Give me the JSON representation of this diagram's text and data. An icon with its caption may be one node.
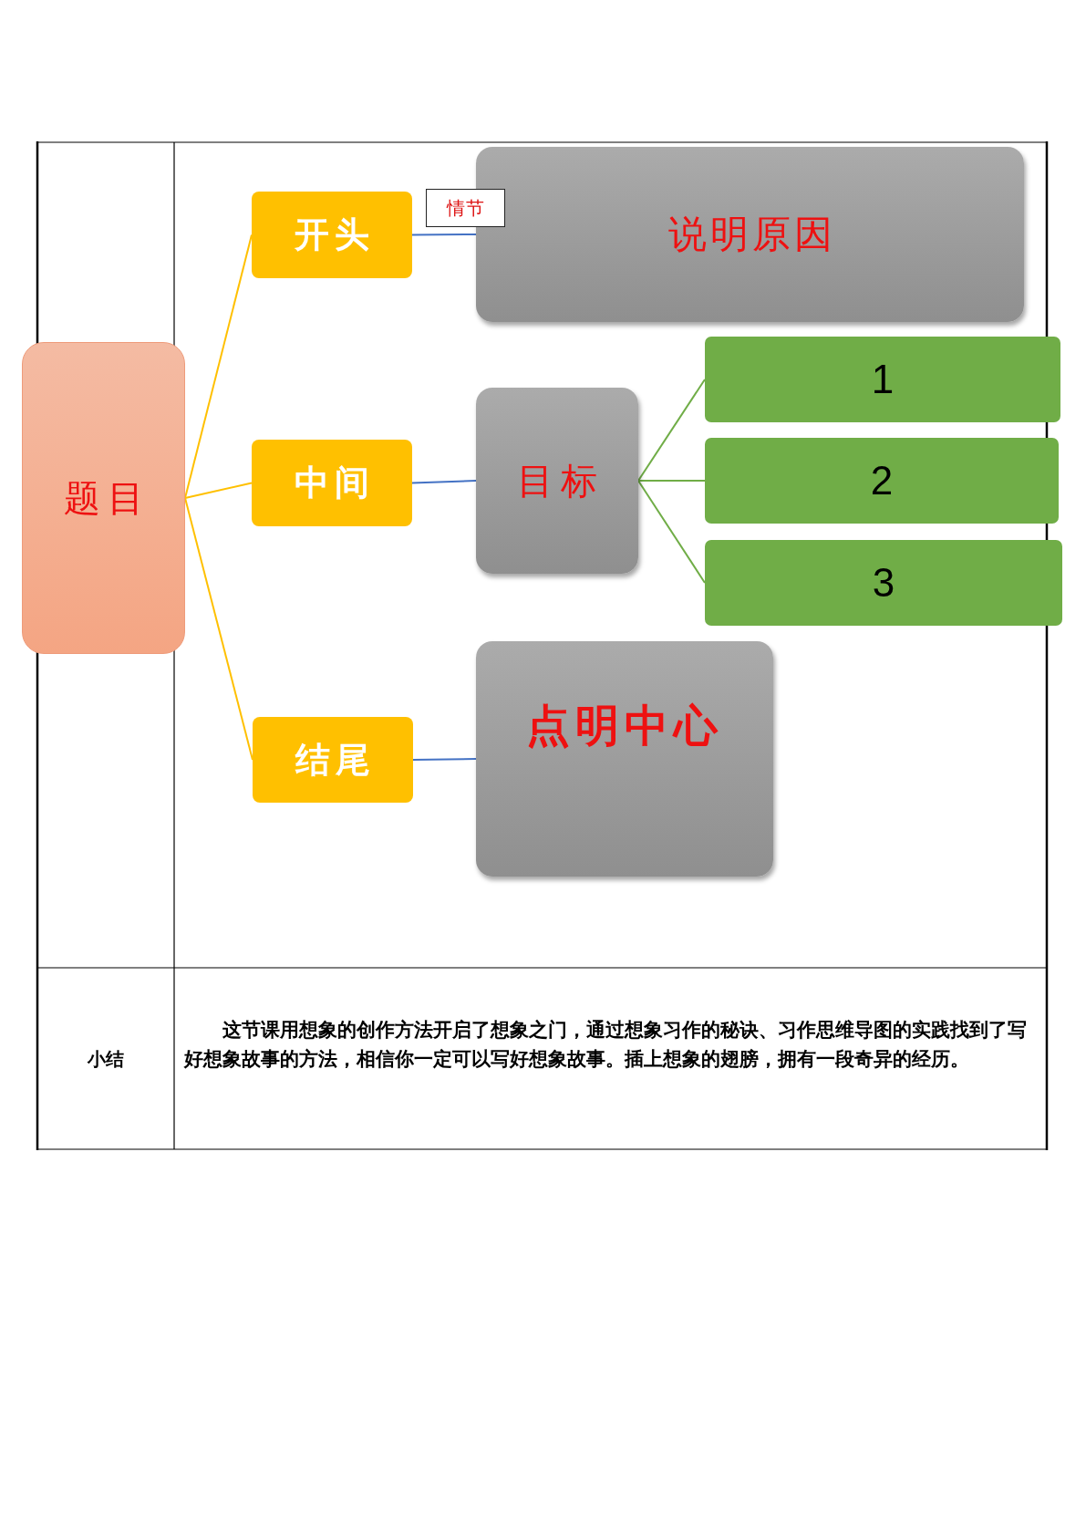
{
  "diagram": {
    "nodes": [
      {
        "text": [
          "题目"
        ]
      },
      {
        "text": [
          "开头"
        ]
      },
      {
        "text": [
          "中间"
        ]
      },
      {
        "text": [
          "结尾"
        ]
      },
      {
        "text": [
          "情节"
        ]
      },
      {
        "text": [
          "说明原因"
        ]
      },
      {
        "text": [
          "目标"
        ]
      },
      {
        "text": [
          "1"
        ]
      },
      {
        "text": [
          "2"
        ]
      },
      {
        "text": [
          "3"
        ]
      },
      {
        "text": [
          "点明中心"
        ]
      }
    ],
    "edges": [
      {
        "from": 0,
        "to": 1,
        "arrow": "none",
        "color": "#ffc000"
      },
      {
        "from": 0,
        "to": 2,
        "arrow": "none",
        "color": "#ffc000"
      },
      {
        "from": 0,
        "to": 3,
        "arrow": "none",
        "color": "#ffc000"
      },
      {
        "from": 1,
        "to": 5,
        "arrow": "none",
        "color": "#4472c4"
      },
      {
        "from": 2,
        "to": 6,
        "arrow": "none",
        "color": "#4472c4"
      },
      {
        "from": 3,
        "to": 10,
        "arrow": "none",
        "color": "#4472c4"
      },
      {
        "from": 6,
        "to": 7,
        "arrow": "none",
        "color": "#70ad47"
      },
      {
        "from": 6,
        "to": 8,
        "arrow": "none",
        "color": "#70ad47"
      },
      {
        "from": 6,
        "to": 9,
        "arrow": "none",
        "color": "#70ad47"
      }
    ],
    "labels": [
      "小结",
      "这节课用想象的创作方法开启了想象之门，通过想象习作的秘诀、习作思维导图的实践找到了写好想象故事的方法，相信你一定可以写好想象故事。插上想象的翅膀，拥有一段奇异的经历。"
    ]
  }
}
